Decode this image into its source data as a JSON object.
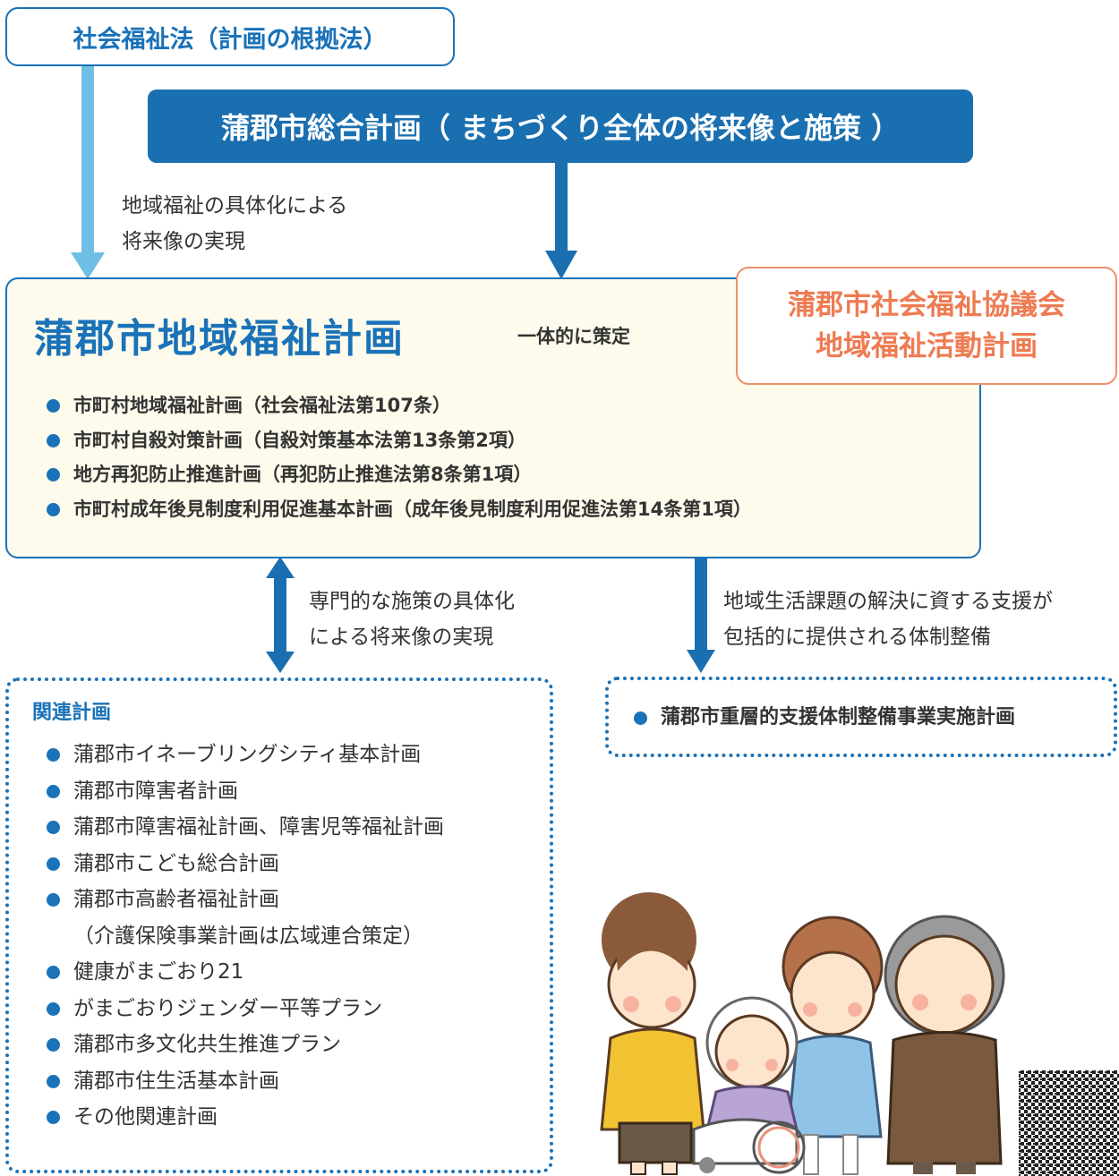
{
  "law": {
    "label": "社会福祉法（計画の根拠法）"
  },
  "general_plan": {
    "label": "蒲郡市総合計画（ まちづくり全体の将来像と施策 ）"
  },
  "law_caption": {
    "line1": "地域福祉の具体化による",
    "line2": "将来像の実現"
  },
  "main_plan": {
    "title": "蒲郡市地域福祉計画",
    "items": [
      "市町村地域福祉計画（社会福祉法第107条）",
      "市町村自殺対策計画（自殺対策基本法第13条第2項）",
      "地方再犯防止推進計画（再犯防止推進法第8条第1項）",
      "市町村成年後見制度利用促進基本計画（成年後見制度利用促進法第14条第1項）"
    ]
  },
  "coop_label": "一体的に策定",
  "council": {
    "line1": "蒲郡市社会福祉協議会",
    "line2": "地域福祉活動計画"
  },
  "related_caption": {
    "line1": "専門的な施策の具体化",
    "line2": "による将来像の実現"
  },
  "support_caption": {
    "line1": "地域生活課題の解決に資する支援が",
    "line2": "包括的に提供される体制整備"
  },
  "related": {
    "title": "関連計画",
    "items": [
      "蒲郡市イネーブリングシティ基本計画",
      "蒲郡市障害者計画",
      "蒲郡市障害福祉計画、障害児等福祉計画",
      "蒲郡市こども総合計画",
      "蒲郡市高齢者福祉計画",
      "（介護保険事業計画は広域連合策定）",
      "健康がまごおり21",
      "がまごおりジェンダー平等プラン",
      "蒲郡市多文化共生推進プラン",
      "蒲郡市住生活基本計画",
      "その他関連計画"
    ]
  },
  "layered_support": {
    "items": [
      "蒲郡市重層的支援体制整備事業実施計画"
    ]
  },
  "colors": {
    "blue": "#1a72b8",
    "light_blue": "#6fbfe4",
    "orange": "#ee7b52",
    "cream": "#fffbec"
  }
}
